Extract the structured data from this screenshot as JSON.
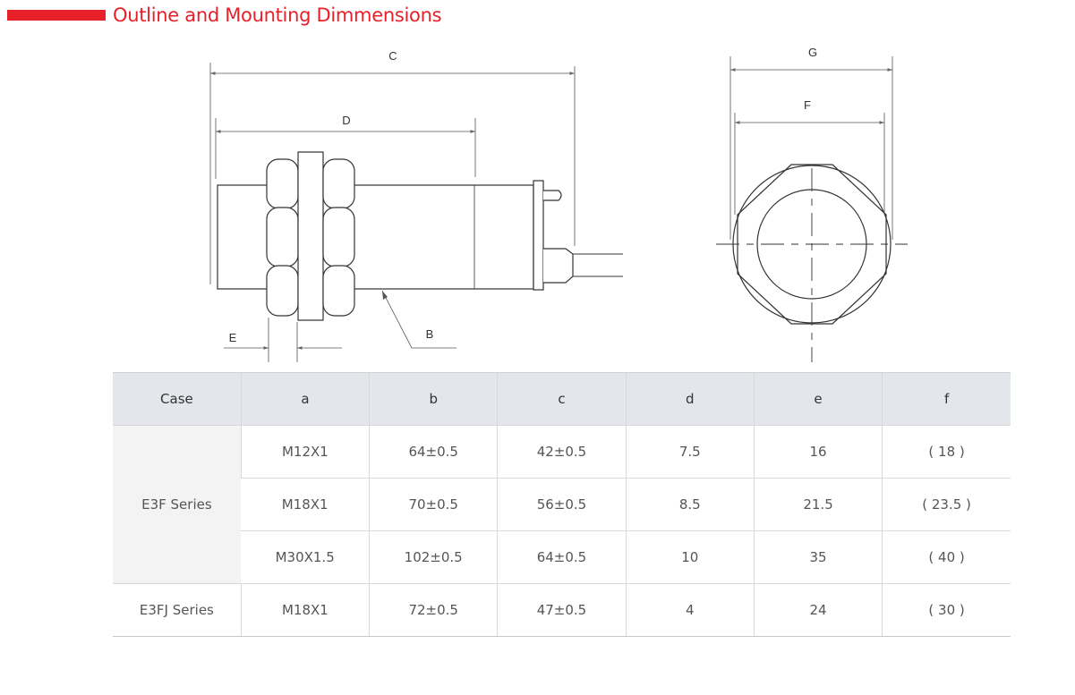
{
  "heading": {
    "title": "Outline and Mounting Dimmensions"
  },
  "colors": {
    "accent": "#e8202a",
    "header_bg": "#e3e6ea",
    "case_bg": "#f3f3f3"
  },
  "drawing": {
    "labels": {
      "C": "C",
      "D": "D",
      "E": "E",
      "B": "B",
      "G": "G",
      "F": "F"
    }
  },
  "table": {
    "headers": [
      "Case",
      "a",
      "b",
      "c",
      "d",
      "e",
      "f"
    ],
    "groups": [
      {
        "case": "E3F Series",
        "rows": [
          [
            "M12X1",
            "64±0.5",
            "42±0.5",
            "7.5",
            "16",
            "( 18 )"
          ],
          [
            "M18X1",
            "70±0.5",
            "56±0.5",
            "8.5",
            "21.5",
            "( 23.5 )"
          ],
          [
            "M30X1.5",
            "102±0.5",
            "64±0.5",
            "10",
            "35",
            "( 40 )"
          ]
        ]
      },
      {
        "case": "E3FJ Series",
        "rows": [
          [
            "M18X1",
            "72±0.5",
            "47±0.5",
            "4",
            "24",
            "( 30 )"
          ]
        ]
      }
    ]
  }
}
